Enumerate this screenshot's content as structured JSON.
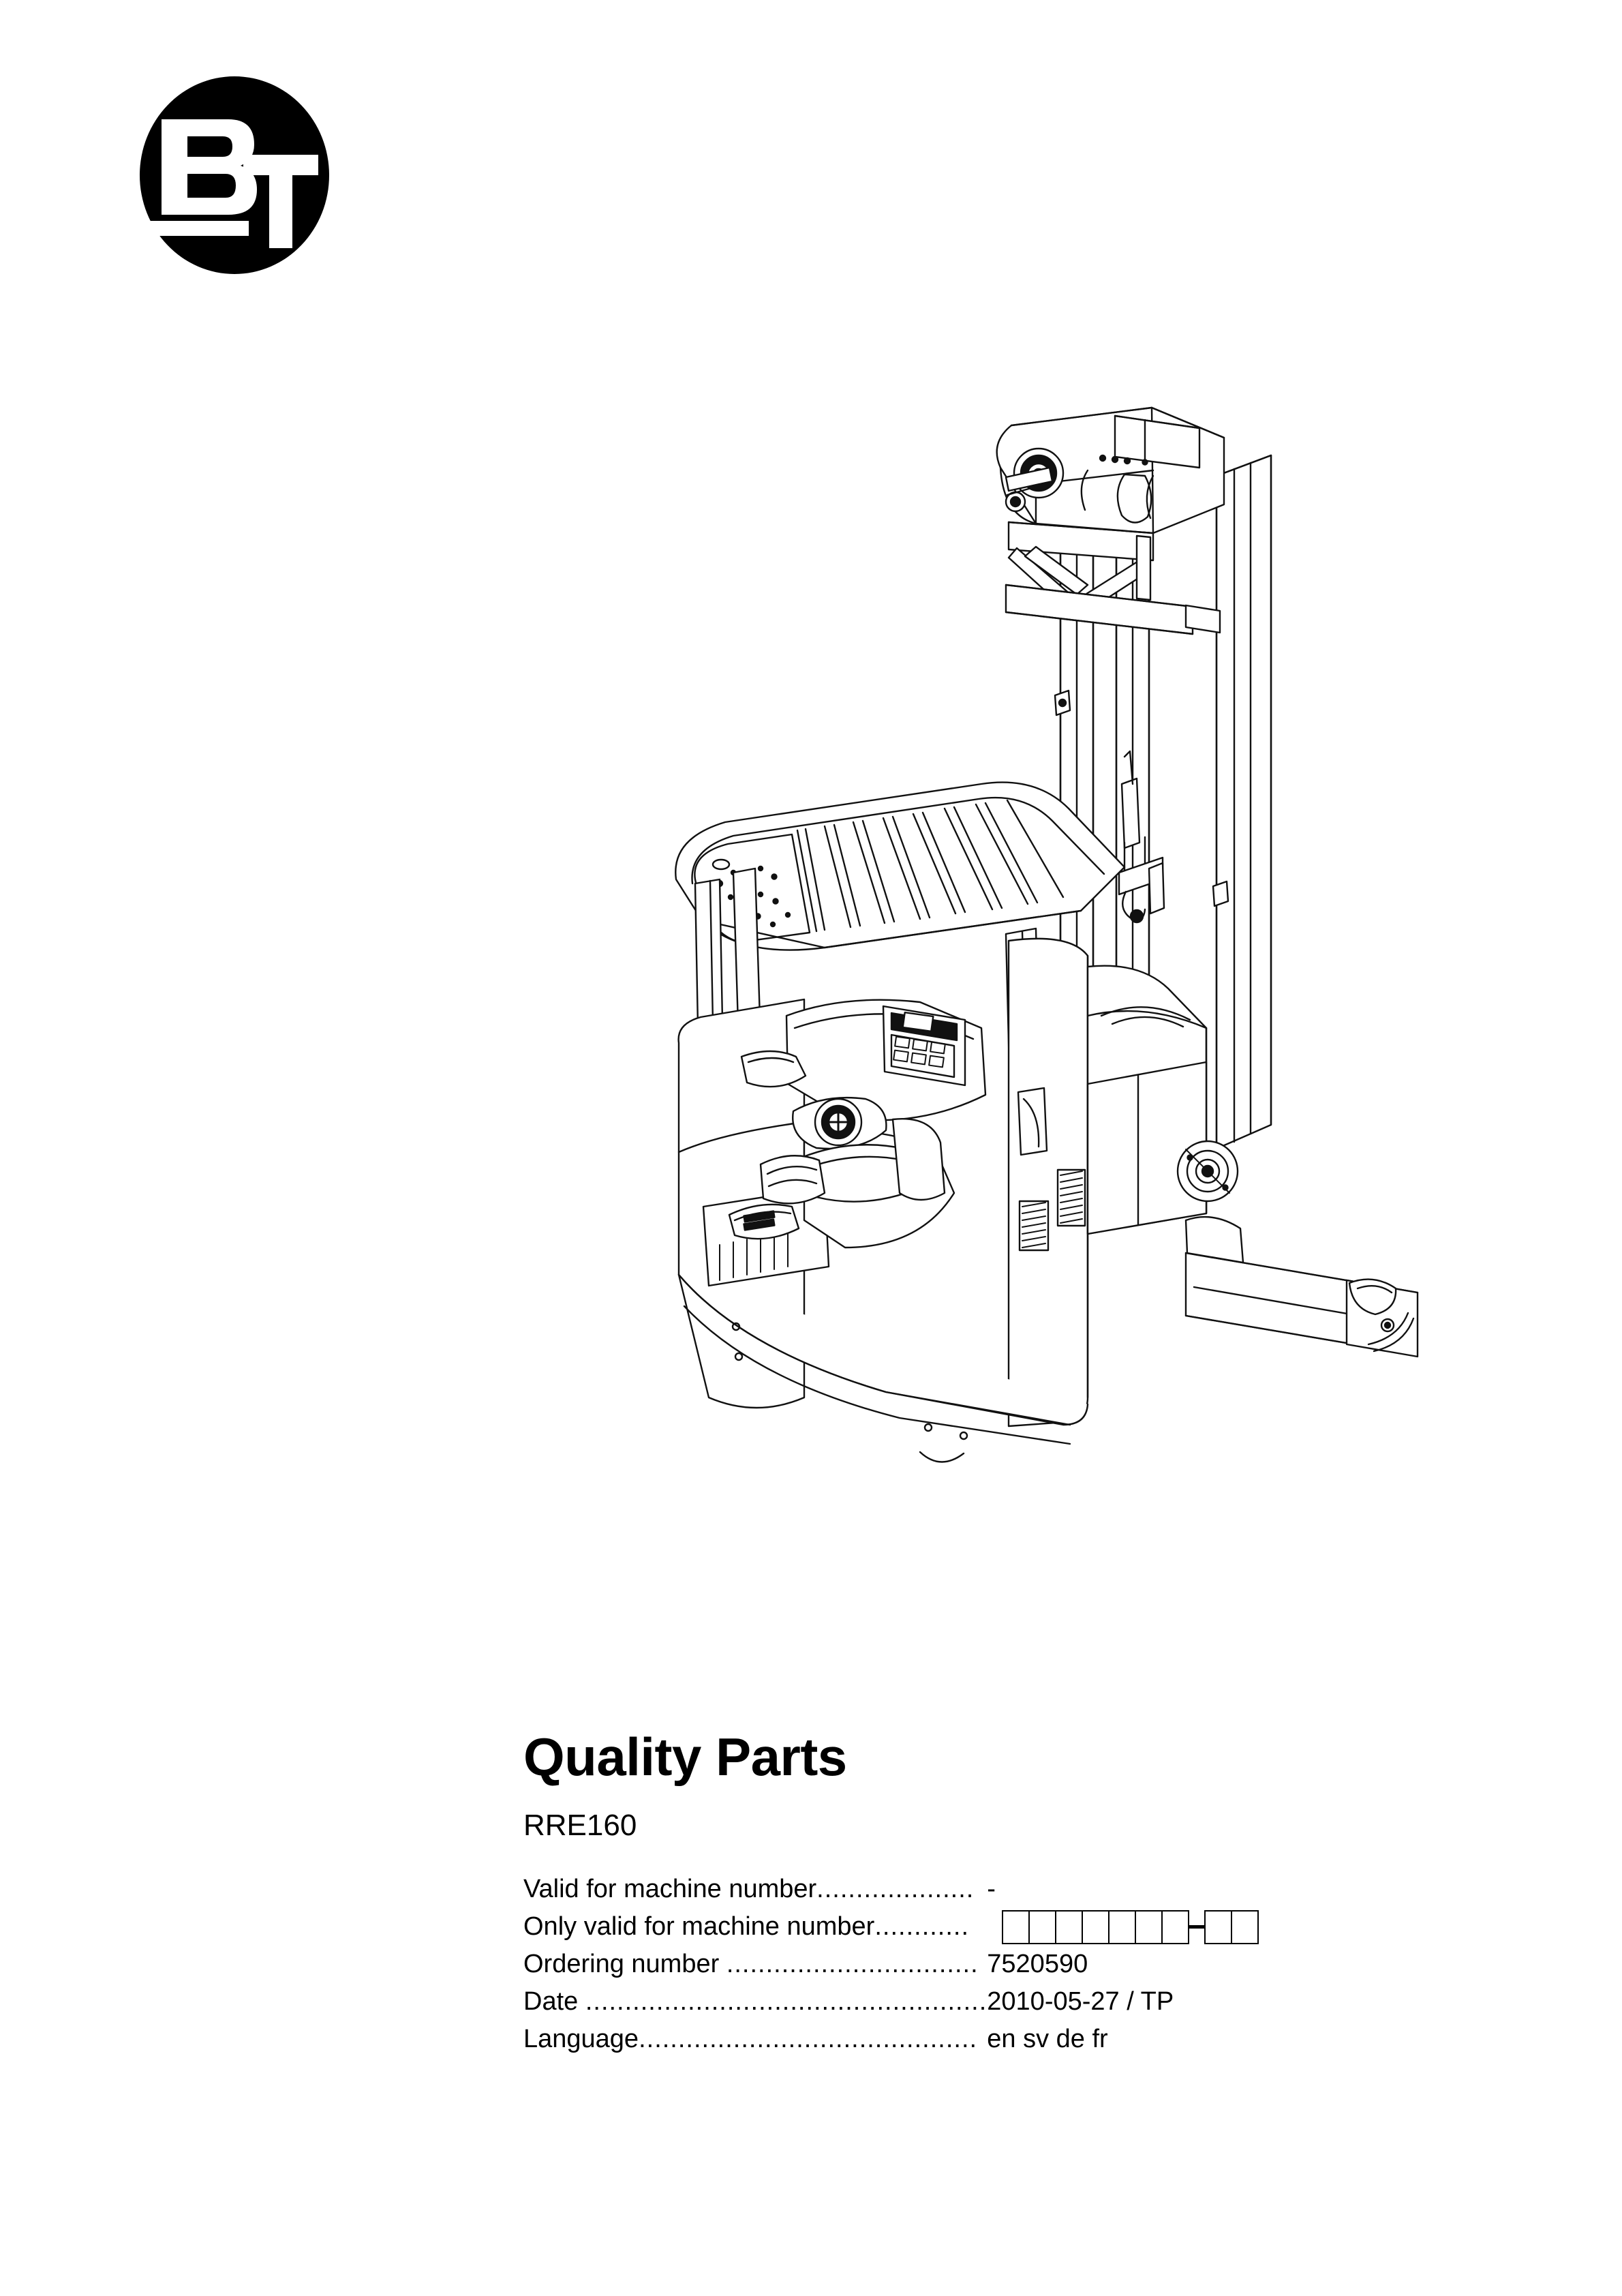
{
  "brand": {
    "logo_name": "BT",
    "logo_letters": [
      "B",
      "T"
    ]
  },
  "illustration": {
    "caption": "reach-truck-line-drawing",
    "subject": "BT RRE160 electric reach truck, isometric technical line drawing"
  },
  "document": {
    "title": "Quality Parts",
    "model": "RRE160"
  },
  "spec": {
    "rows": [
      {
        "label": "Valid for machine number",
        "leader": "....................",
        "value": "-",
        "type": "text"
      },
      {
        "label": "Only valid for machine number",
        "leader": "............",
        "value": "",
        "type": "boxes",
        "boxes_before_dash": 7,
        "boxes_after_dash": 2
      },
      {
        "label": "Ordering number ",
        "leader": "................................",
        "value": "7520590",
        "type": "text"
      },
      {
        "label": "Date ",
        "leader": "...................................................",
        "value": "2010-05-27 / TP",
        "type": "text"
      },
      {
        "label": "Language",
        "leader": "...........................................",
        "value": "en sv de fr",
        "type": "text"
      }
    ]
  },
  "colors": {
    "ink": "#000000",
    "paper": "#ffffff"
  }
}
